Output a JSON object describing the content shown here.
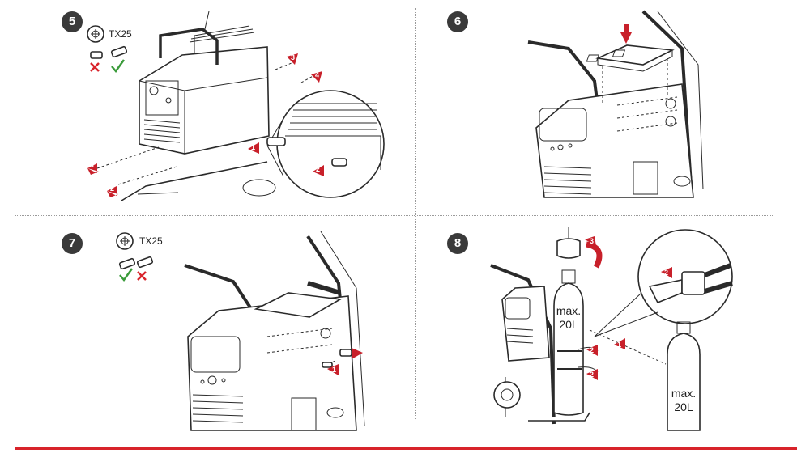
{
  "steps": [
    {
      "number": "5",
      "tool": "TX25"
    },
    {
      "number": "6"
    },
    {
      "number": "7",
      "tool": "TX25"
    },
    {
      "number": "8"
    }
  ],
  "gas_label": {
    "line1": "max.",
    "line2": "20L"
  },
  "callouts": {
    "c1": "1",
    "c2": "2",
    "c3": "3",
    "c4": "4"
  },
  "colors": {
    "accent": "#d8232a",
    "arrow": "#c8202a",
    "check": "#3a9b3a",
    "marker": "#3a3a3a"
  },
  "icons": [
    "torx-bit-icon",
    "screw-icon",
    "cross-icon",
    "check-icon",
    "arrow-callout-icon"
  ]
}
